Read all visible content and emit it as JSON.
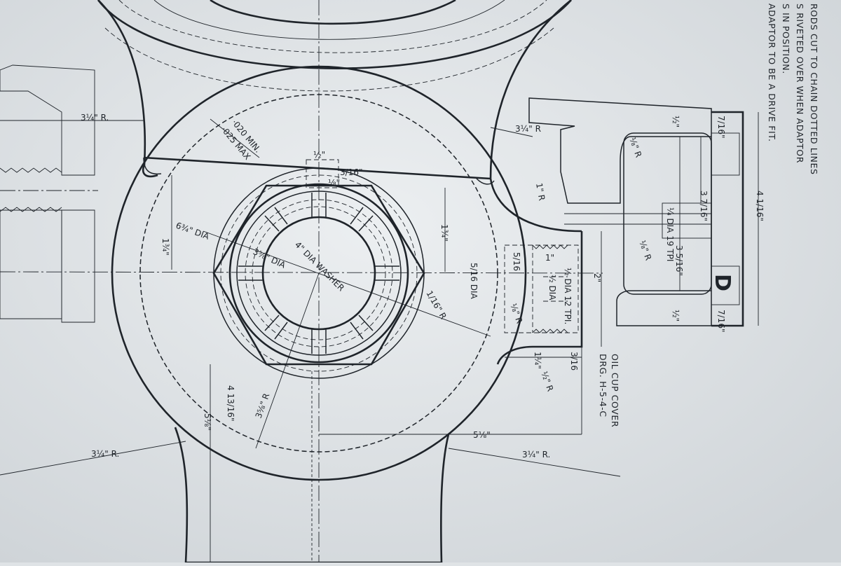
{
  "drawing": {
    "notes": [
      "RODS CUT TO CHAIN DOTTED LINES",
      "S RIVETED OVER WHEN ADAPTOR",
      "S IN POSITION.",
      "ADAPTOR TO BE A DRIVE FIT."
    ],
    "callout": [
      "OIL CUP COVER",
      "DRG. H-5-4-C"
    ],
    "dimensions": {
      "r_upper_left": "3¼\" R.",
      "r_upper_right": "3¼\" R",
      "r_lower_left": "3¼\" R.",
      "r_lower_right": "3¼\" R.",
      "clearance_min": "·020 MIN.",
      "clearance_max": "·025 MAX",
      "dia_outer": "6¾\" DIA",
      "dia_washer": "4\" DIA WASHER",
      "dia_nut": "3⅝\" DIA",
      "radius_bore": "3⅝\" R",
      "height_left": "1¾\"",
      "height_right": "1¾\"",
      "depth_center": "4 13/16\"",
      "total_height": "5⅛\"",
      "width_bottom": "5⅛\"",
      "top_gap": "½\"",
      "gap_3_16": "3/16\"",
      "gap_1_8": "⅛\"",
      "bolt_dia": "5/16 DIA",
      "r_small_1": "1/16\" R",
      "r_small_2": "1\" R",
      "r_small_3": "⅛\" R",
      "r_flange": "½\" R",
      "boss_height": "2\"",
      "boss_1": "1\"",
      "boss_thread": "½ DIA 12 TPI.",
      "boss_bore": "½ DIA",
      "boss_depth": "5/16",
      "boss_width": "1¼\"",
      "boss_3_16": "3/16",
      "sec_width": "4 1/16\"",
      "sec_depth_1": "3 7/16\"",
      "sec_depth_2": "3 5/16\"",
      "sec_top": "½\"",
      "sec_bot": "½\"",
      "sec_side_1": "7/16\"",
      "sec_side_2": "7/16\"",
      "sec_r1": "⅛\" R",
      "sec_r2": "⅛\" R",
      "sec_thread": "¼ DIA 19 TPI",
      "sec_label": "D"
    }
  }
}
